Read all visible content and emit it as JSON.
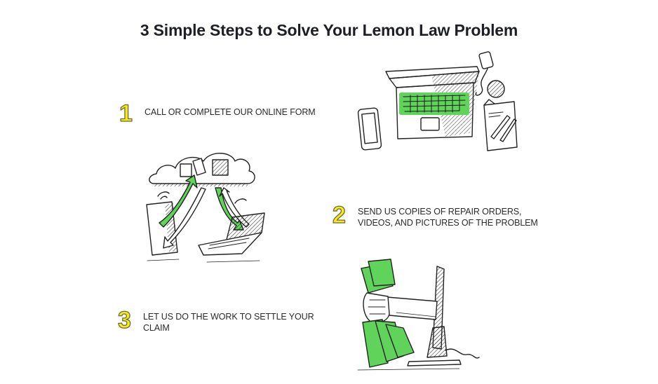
{
  "page": {
    "title": "3 Simple Steps to Solve Your Lemon Law Problem"
  },
  "steps": [
    {
      "number": "1",
      "text_lines": [
        "CALL OR COMPLETE OUR ONLINE FORM"
      ]
    },
    {
      "number": "2",
      "text_lines": [
        "SEND US COPIES OF REPAIR ORDERS,",
        "VIDEOS, AND PICTURES OF THE PROBLEM"
      ]
    },
    {
      "number": "3",
      "text_lines": [
        "LET US DO THE WORK TO SETTLE YOUR",
        "CLAIM"
      ]
    }
  ],
  "illustrations": [
    {
      "name": "laptop-desk-illustration"
    },
    {
      "name": "cloud-sync-illustration"
    },
    {
      "name": "money-from-computer-illustration"
    }
  ],
  "colors": {
    "accent_yellow": "#f7ec1a",
    "accent_green": "#5fd35a",
    "title": "#1d1f24",
    "text": "#2a2a2a"
  }
}
